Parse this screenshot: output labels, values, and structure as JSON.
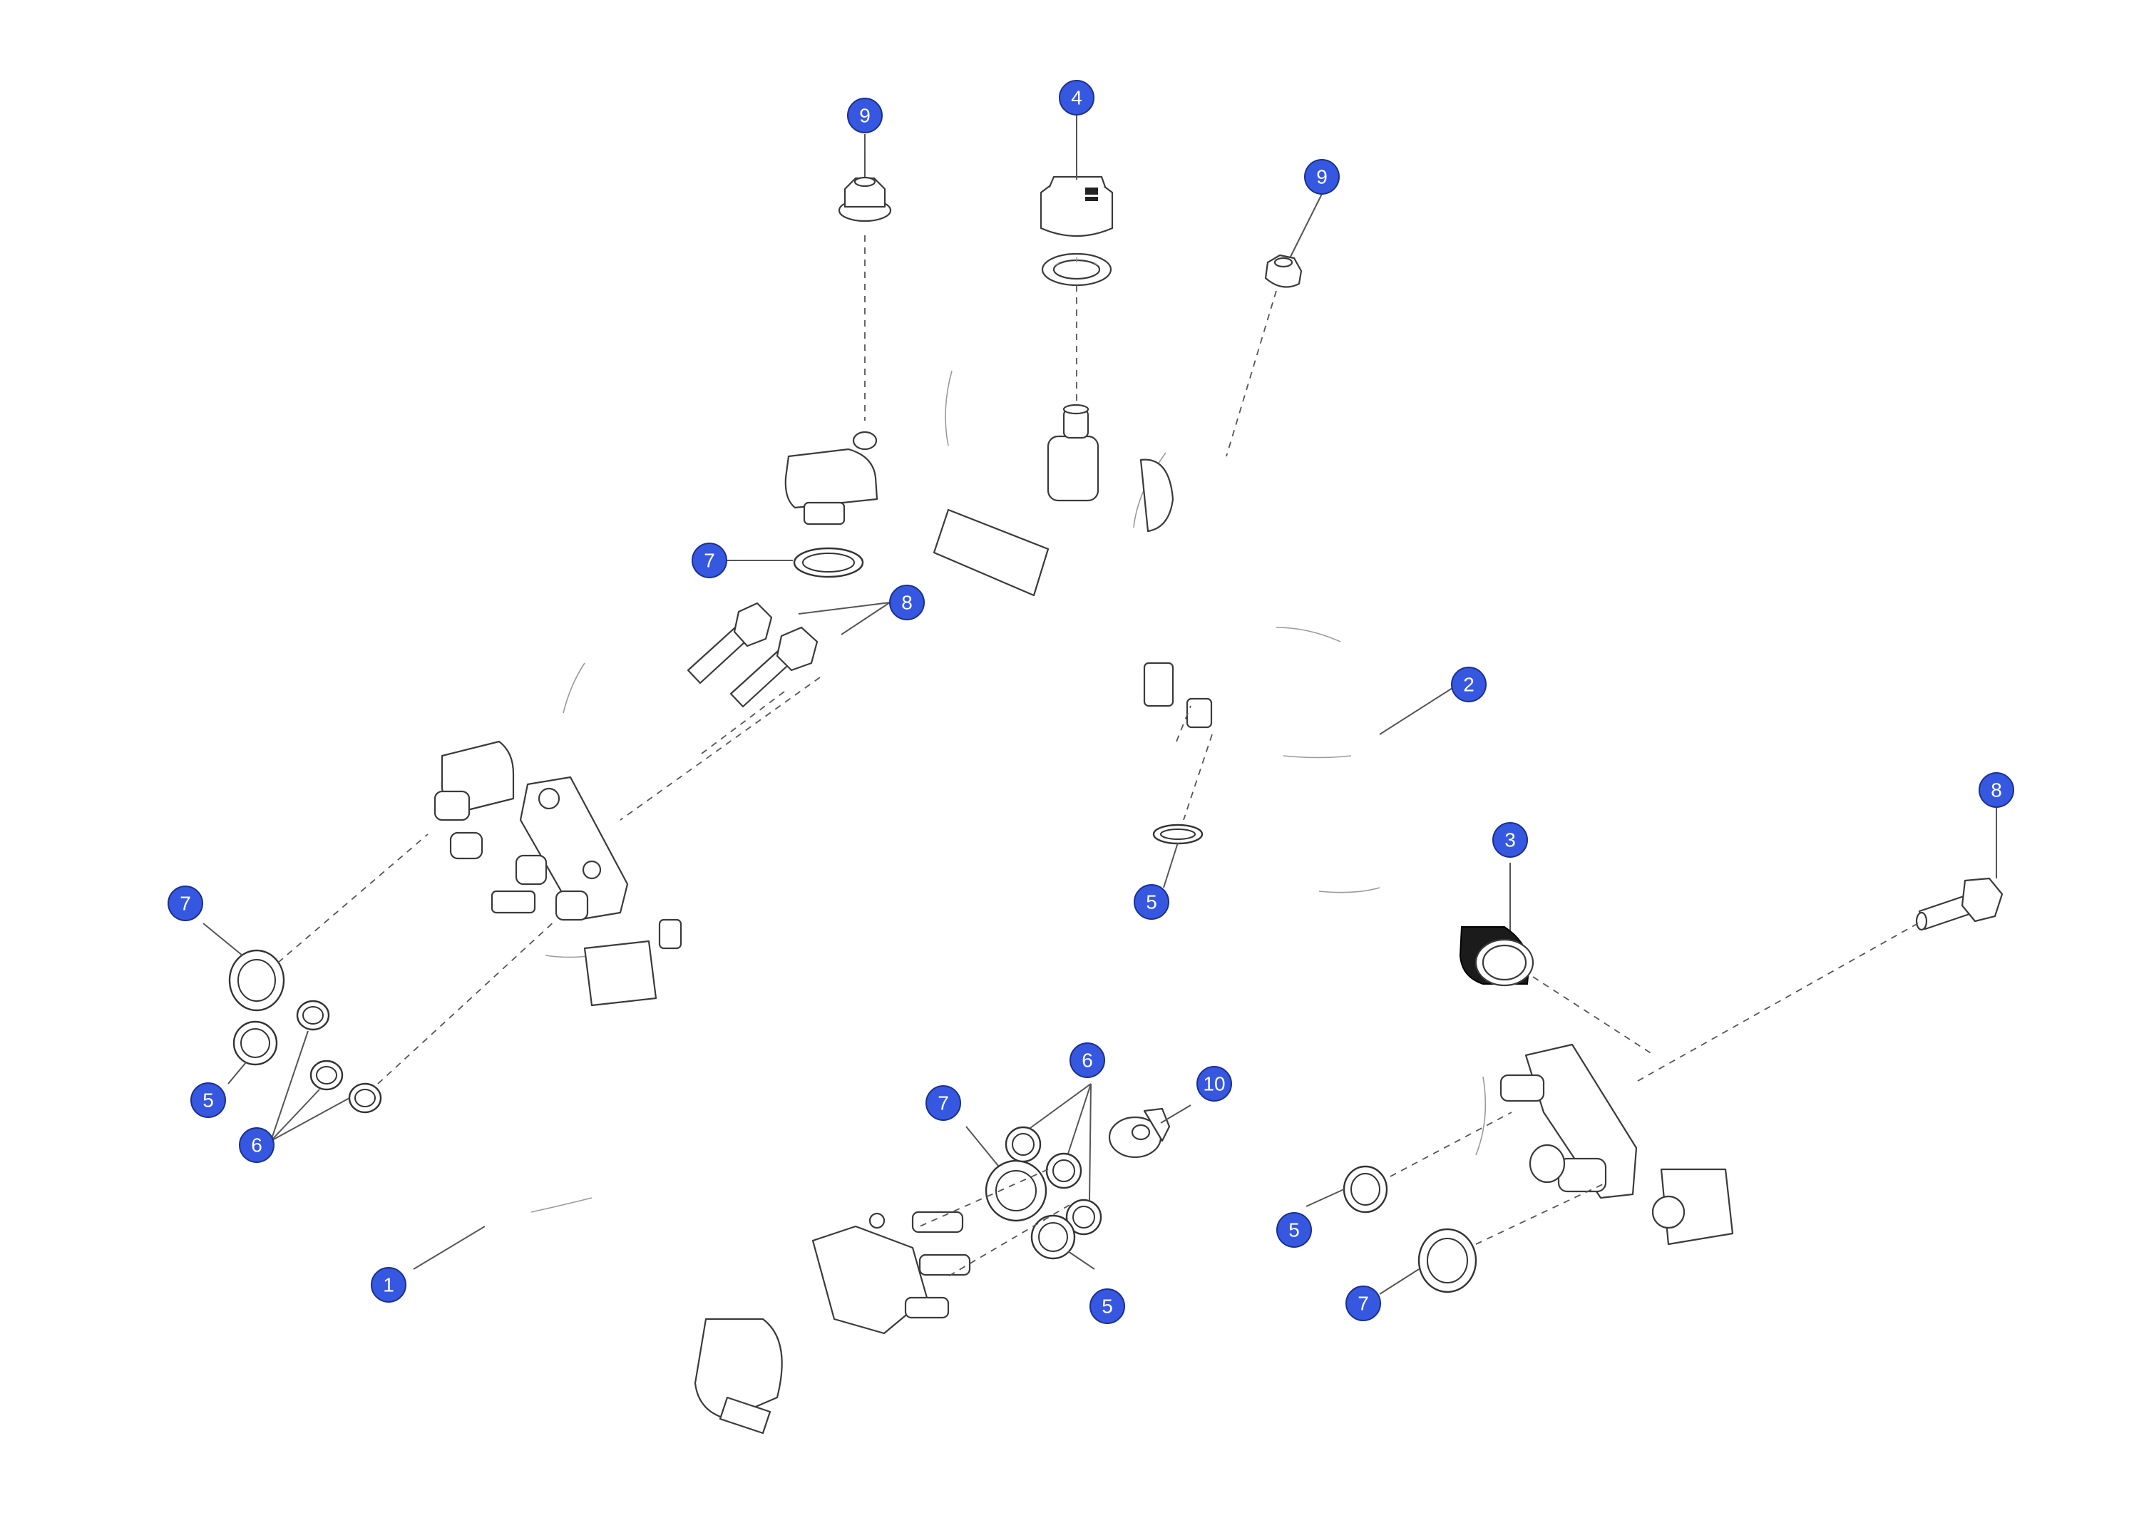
{
  "diagram": {
    "type": "exploded-parts-diagram",
    "callout_color": "#3658e0",
    "callouts": [
      {
        "id": "c1",
        "label": "1"
      },
      {
        "id": "c2",
        "label": "2"
      },
      {
        "id": "c3",
        "label": "3"
      },
      {
        "id": "c4",
        "label": "4"
      },
      {
        "id": "c5a",
        "label": "5"
      },
      {
        "id": "c5b",
        "label": "5"
      },
      {
        "id": "c5c",
        "label": "5"
      },
      {
        "id": "c5d",
        "label": "5"
      },
      {
        "id": "c6a",
        "label": "6"
      },
      {
        "id": "c6b",
        "label": "6"
      },
      {
        "id": "c7a",
        "label": "7"
      },
      {
        "id": "c7b",
        "label": "7"
      },
      {
        "id": "c7c",
        "label": "7"
      },
      {
        "id": "c7d",
        "label": "7"
      },
      {
        "id": "c8a",
        "label": "8"
      },
      {
        "id": "c8b",
        "label": "8"
      },
      {
        "id": "c9a",
        "label": "9"
      },
      {
        "id": "c9b",
        "label": "9"
      },
      {
        "id": "c10",
        "label": "10"
      }
    ]
  }
}
